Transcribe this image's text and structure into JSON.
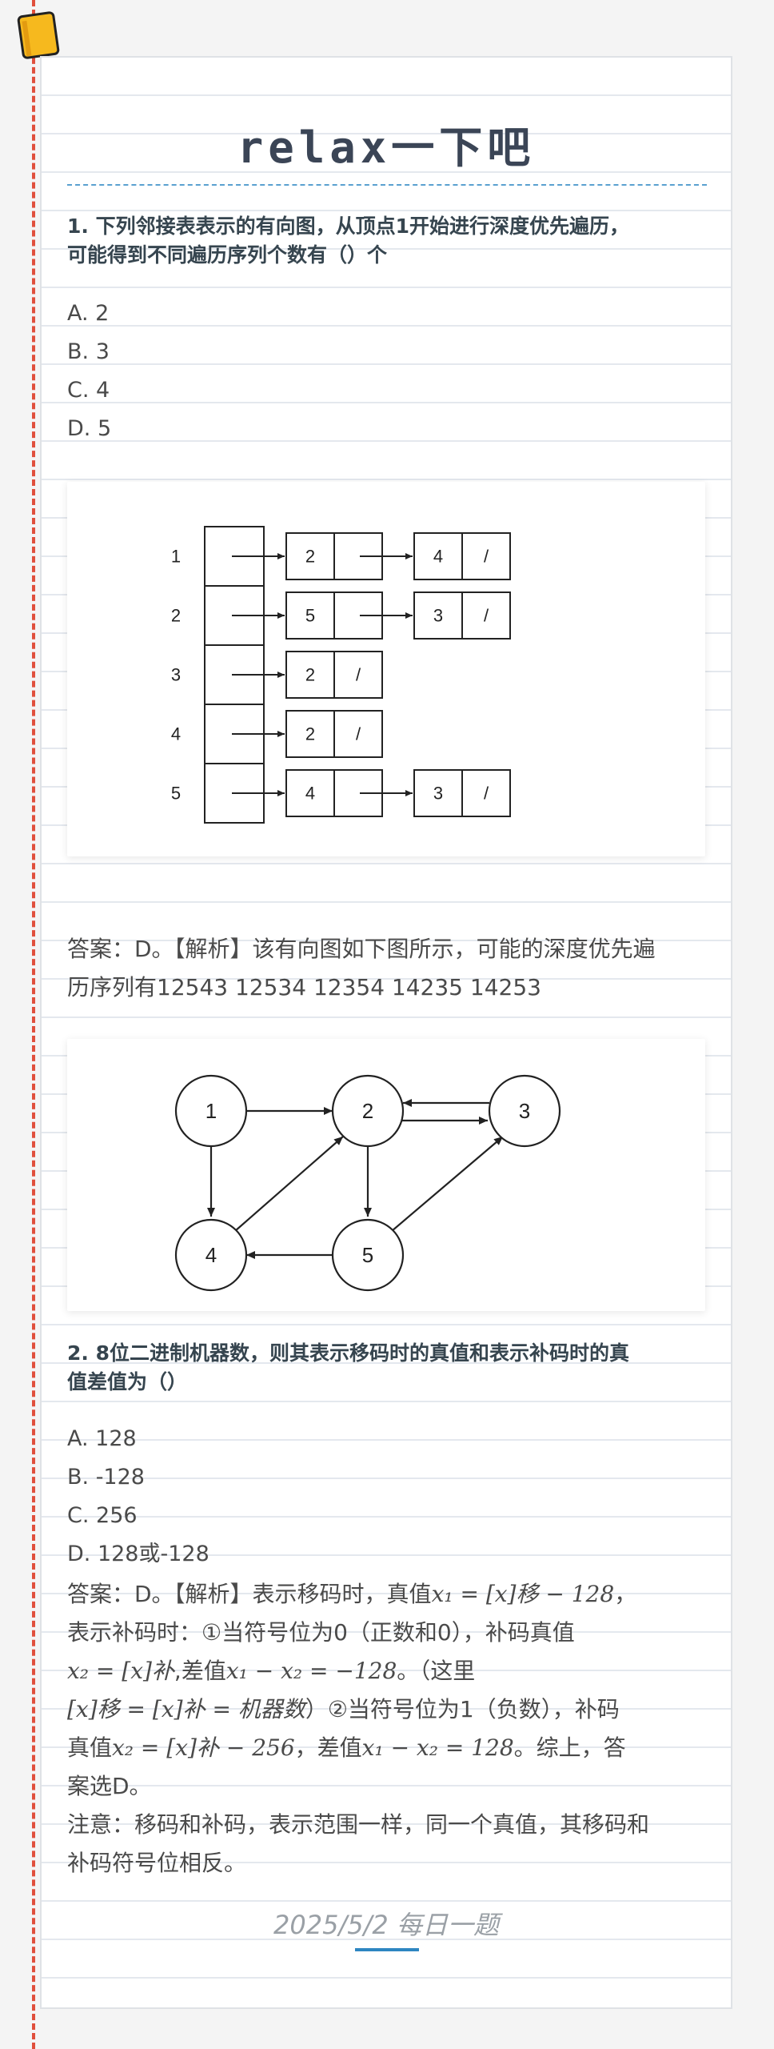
{
  "page": {
    "title": "relax一下吧",
    "footer": "2025/5/2 每日一题"
  },
  "colors": {
    "margin_line": "#e04f3c",
    "accent_blue": "#2e86c1",
    "notebook_icon": "#f6b91e"
  },
  "q1": {
    "question_line1": "1. 下列邻接表表示的有向图，从顶点1开始进行深度优先遍历，",
    "question_line2": "可能得到不同遍历序列个数有（）个",
    "options": [
      "A. 2",
      "B. 3",
      "C. 4",
      "D. 5"
    ],
    "adjacency": {
      "vertices": [
        "1",
        "2",
        "3",
        "4",
        "5"
      ],
      "lists": [
        [
          "2",
          "4"
        ],
        [
          "5",
          "3"
        ],
        [
          "2"
        ],
        [
          "2"
        ],
        [
          "4",
          "3"
        ]
      ],
      "null_marker": "/"
    },
    "answer_line1": "答案：D。【解析】该有向图如下图所示，可能的深度优先遍",
    "answer_line2": "历序列有12543 12534 12354 14235 14253",
    "graph": {
      "nodes": [
        "1",
        "2",
        "3",
        "4",
        "5"
      ]
    }
  },
  "q2": {
    "question_line1": "2. 8位二进制机器数，则其表示移码时的真值和表示补码时的真",
    "question_line2": "值差值为（）",
    "options": [
      "A. 128",
      "B. -128",
      "C. 256",
      "D. 128或-128"
    ],
    "answer": {
      "l1_a": "答案：D。【解析】表示移码时，真值",
      "l1_math": "x₁ = [x]移 − 128",
      "l1_b": "，",
      "l2": "表示补码时：①当符号位为0（正数和0），补码真值",
      "l3_math": "x₂ = [x]补",
      "l3_b": ",差值",
      "l3_math2": "x₁ − x₂ = −128",
      "l3_c": "。（这里",
      "l4_math": "[x]移 = [x]补 = 机器数",
      "l4_b": "）②当符号位为1（负数），补码",
      "l5_a": "真值",
      "l5_math": "x₂ = [x]补 − 256",
      "l5_b": "，差值",
      "l5_math2": "x₁ − x₂ = 128",
      "l5_c": "。综上，答",
      "l6": "案选D。",
      "l7": "注意：移码和补码，表示范围一样，同一个真值，其移码和",
      "l8": "补码符号位相反。"
    }
  }
}
